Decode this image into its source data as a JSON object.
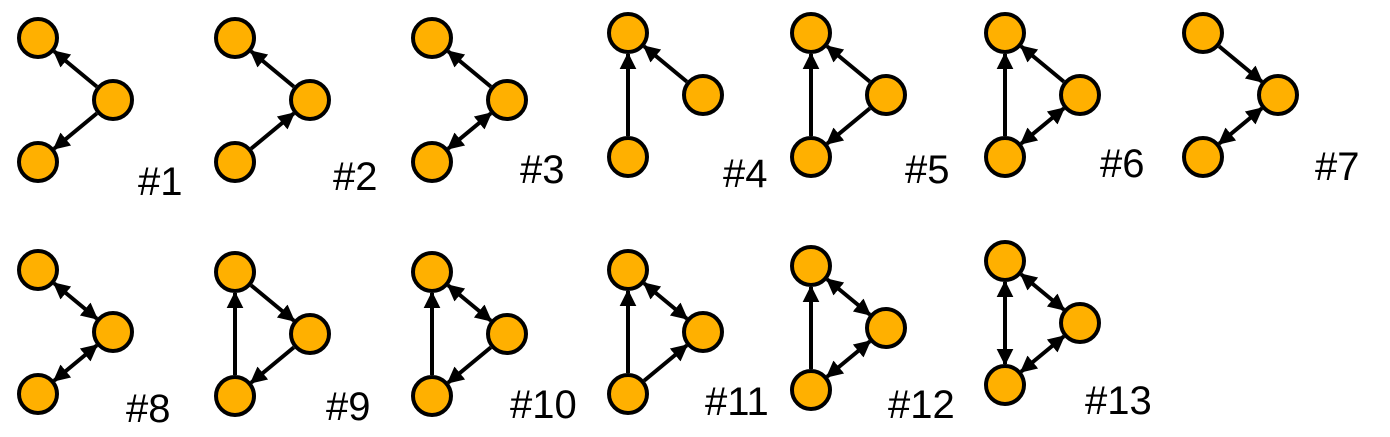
{
  "node_color": "#FFB000",
  "edge_color": "#000000",
  "motifs": [
    {
      "label": "#1",
      "edges": [
        [
          "M",
          "T",
          "uni"
        ],
        [
          "M",
          "B",
          "uni"
        ]
      ]
    },
    {
      "label": "#2",
      "edges": [
        [
          "M",
          "T",
          "uni"
        ],
        [
          "B",
          "M",
          "uni"
        ]
      ]
    },
    {
      "label": "#3",
      "edges": [
        [
          "M",
          "T",
          "uni"
        ],
        [
          "B",
          "M",
          "bi"
        ]
      ]
    },
    {
      "label": "#4",
      "edges": [
        [
          "B",
          "T",
          "uni"
        ],
        [
          "M",
          "T",
          "uni"
        ]
      ]
    },
    {
      "label": "#5",
      "edges": [
        [
          "B",
          "T",
          "uni"
        ],
        [
          "M",
          "T",
          "uni"
        ],
        [
          "M",
          "B",
          "uni"
        ]
      ]
    },
    {
      "label": "#6",
      "edges": [
        [
          "B",
          "T",
          "uni"
        ],
        [
          "M",
          "T",
          "uni"
        ],
        [
          "B",
          "M",
          "bi"
        ]
      ]
    },
    {
      "label": "#7",
      "edges": [
        [
          "T",
          "M",
          "uni"
        ],
        [
          "B",
          "M",
          "bi"
        ]
      ]
    },
    {
      "label": "#8",
      "edges": [
        [
          "T",
          "M",
          "bi"
        ],
        [
          "B",
          "M",
          "bi"
        ]
      ]
    },
    {
      "label": "#9",
      "edges": [
        [
          "B",
          "T",
          "uni"
        ],
        [
          "T",
          "M",
          "uni"
        ],
        [
          "M",
          "B",
          "uni"
        ]
      ]
    },
    {
      "label": "#10",
      "edges": [
        [
          "B",
          "T",
          "uni"
        ],
        [
          "T",
          "M",
          "bi"
        ],
        [
          "M",
          "B",
          "uni"
        ]
      ]
    },
    {
      "label": "#11",
      "edges": [
        [
          "B",
          "T",
          "uni"
        ],
        [
          "T",
          "M",
          "bi"
        ],
        [
          "B",
          "M",
          "uni"
        ]
      ]
    },
    {
      "label": "#12",
      "edges": [
        [
          "B",
          "T",
          "uni"
        ],
        [
          "T",
          "M",
          "bi"
        ],
        [
          "B",
          "M",
          "bi"
        ]
      ]
    },
    {
      "label": "#13",
      "edges": [
        [
          "B",
          "T",
          "bi"
        ],
        [
          "T",
          "M",
          "bi"
        ],
        [
          "B",
          "M",
          "bi"
        ]
      ]
    }
  ]
}
